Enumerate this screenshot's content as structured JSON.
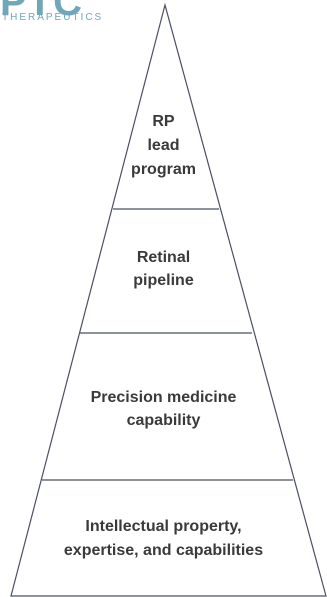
{
  "logo": {
    "mark": "PTC",
    "subtext": "THERAPEUTICS"
  },
  "pyramid": {
    "tiers": [
      {
        "label": "RP\nlead\nprogram"
      },
      {
        "label": "Retinal\npipeline"
      },
      {
        "label": "Precision medicine\ncapability"
      },
      {
        "label": "Intellectual property,\nexpertise, and capabilities"
      }
    ]
  },
  "colors": {
    "outline": "#4a4f63",
    "text": "#3a3a3a",
    "logo": "#6fa7b8"
  }
}
